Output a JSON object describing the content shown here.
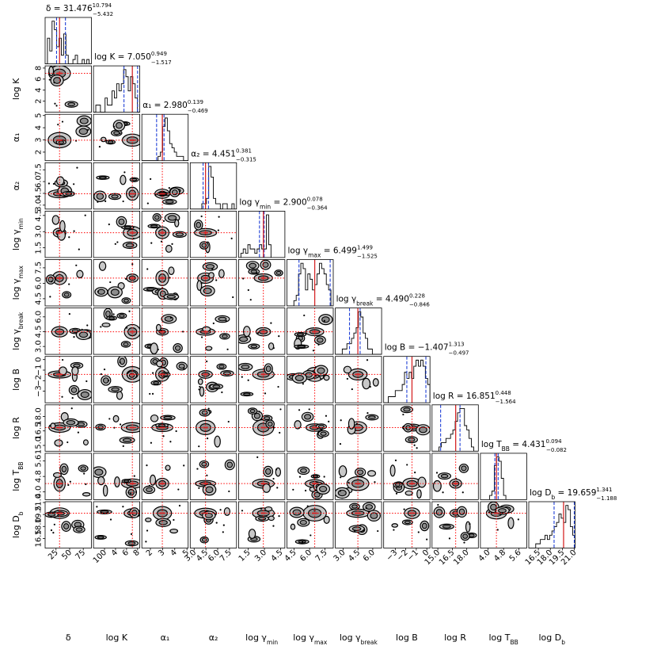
{
  "chart_data": {
    "type": "corner",
    "colors": {
      "hist": "#000000",
      "truth": "#d62728",
      "quantile": "#1f3fd6",
      "crosshair": "#ff0000",
      "contour_fill": "#c8c8c8",
      "contour_fill_dark": "#8c8c8c",
      "contour_line": "#000000"
    },
    "params": [
      {
        "key": "delta",
        "label": "δ",
        "lim": [
          5,
          90
        ],
        "ticks": [
          25,
          50,
          75
        ],
        "tick_labels": [
          "25",
          "50",
          "75"
        ],
        "title": "δ = 31.476",
        "err_up": "10.794",
        "err_down": "−5.432",
        "truth": 31.5,
        "q_low": 26.0,
        "q_high": 42.3,
        "hist": [
          0,
          6,
          3,
          10,
          8,
          4,
          6,
          2,
          7,
          2,
          0,
          0,
          1,
          2,
          0,
          0,
          1,
          0,
          1,
          0
        ]
      },
      {
        "key": "logK",
        "label": "log K",
        "lim": [
          0,
          8.4
        ],
        "ticks": [
          2,
          4,
          6,
          8
        ],
        "tick_labels": [
          "2",
          "4",
          "6",
          "8"
        ],
        "tick_labels_x": [
          "100",
          "4",
          "6",
          "8"
        ],
        "title": "log K = 7.050",
        "err_up": "0.949",
        "err_down": "−1.517",
        "truth": 7.05,
        "q_low": 5.53,
        "q_high": 8.0,
        "hist": [
          0,
          1,
          1,
          0,
          0,
          2,
          1,
          1,
          3,
          2,
          4,
          3,
          4,
          6,
          5,
          3,
          5,
          4,
          2,
          0
        ]
      },
      {
        "key": "alpha1",
        "label": "α₁",
        "lim": [
          1.3,
          5.1
        ],
        "ticks": [
          2,
          3,
          4,
          5
        ],
        "tick_labels": [
          "2",
          "3",
          "4",
          "5"
        ],
        "title": "α₁ = 2.980",
        "err_up": "0.139",
        "err_down": "−0.469",
        "truth": 2.98,
        "q_low": 2.51,
        "q_high": 3.12,
        "hist": [
          0,
          0,
          0,
          0,
          0,
          0,
          0,
          1,
          2,
          8,
          10,
          7,
          4,
          3,
          2,
          1,
          1,
          1,
          0,
          0
        ]
      },
      {
        "key": "alpha2",
        "label": "α₂",
        "lim": [
          2.5,
          8.4
        ],
        "ticks": [
          3.0,
          4.5,
          6.0,
          7.5
        ],
        "tick_labels": [
          "3.0",
          "4.5",
          "6.0",
          "7.5"
        ],
        "title": "α₂ = 4.451",
        "err_up": "0.381",
        "err_down": "−0.315",
        "truth": 4.45,
        "q_low": 4.14,
        "q_high": 4.83,
        "hist": [
          0,
          0,
          0,
          0,
          0,
          1,
          1,
          2,
          8,
          6,
          2,
          1,
          1,
          0,
          1,
          1,
          0,
          0,
          1,
          0
        ]
      },
      {
        "key": "logGmin",
        "label": "log γ_min",
        "lim": [
          0.6,
          4.9
        ],
        "ticks": [
          1.5,
          3.0,
          4.5
        ],
        "tick_labels": [
          "1.5",
          "3.0",
          "4.5"
        ],
        "title": "log γ_min = 2.900",
        "err_up": "0.078",
        "err_down": "−0.364",
        "truth": 2.9,
        "q_low": 2.54,
        "q_high": 2.98,
        "hist": [
          0,
          1,
          2,
          1,
          3,
          2,
          2,
          1,
          2,
          3,
          2,
          2,
          10,
          3,
          0,
          0,
          0,
          0,
          0,
          0
        ]
      },
      {
        "key": "logGmax",
        "label": "log γ_max",
        "lim": [
          3.8,
          8.3
        ],
        "ticks": [
          4.5,
          6.0,
          7.5
        ],
        "tick_labels": [
          "4.5",
          "6.0",
          "7.5"
        ],
        "title": "log γ_max = 6.499",
        "err_up": "1.499",
        "err_down": "−1.525",
        "truth": 6.5,
        "q_low": 4.97,
        "q_high": 8.0,
        "hist": [
          0,
          0,
          0,
          1,
          2,
          6,
          8,
          7,
          3,
          6,
          5,
          3,
          4,
          6,
          8,
          7,
          6,
          4,
          3,
          0
        ]
      },
      {
        "key": "logGbreak",
        "label": "log γ_break",
        "lim": [
          2.2,
          6.9
        ],
        "ticks": [
          3.0,
          4.5,
          6.0
        ],
        "tick_labels": [
          "3.0",
          "4.5",
          "6.0"
        ],
        "title": "log γ_break = 4.490",
        "err_up": "0.228",
        "err_down": "−0.846",
        "truth": 4.49,
        "q_low": 3.64,
        "q_high": 4.72,
        "hist": [
          0,
          0,
          0,
          1,
          1,
          2,
          2,
          3,
          4,
          5,
          8,
          7,
          4,
          3,
          1,
          1,
          0,
          0,
          0,
          0
        ]
      },
      {
        "key": "logB",
        "label": "log B",
        "lim": [
          -4.1,
          0.3
        ],
        "ticks": [
          -3,
          -2,
          -1,
          0
        ],
        "tick_labels": [
          "−3",
          "−2",
          "−1",
          "0"
        ],
        "title": "log B = −1.407",
        "err_up": "1.313",
        "err_down": "−0.497",
        "truth": -1.41,
        "q_low": -1.9,
        "q_high": -0.09,
        "hist": [
          0,
          0,
          1,
          1,
          1,
          2,
          2,
          2,
          3,
          5,
          4,
          5,
          4,
          6,
          7,
          6,
          7,
          6,
          4,
          3
        ]
      },
      {
        "key": "logR",
        "label": "log R",
        "lim": [
          14.4,
          19.2
        ],
        "ticks": [
          15.0,
          16.5,
          18.0
        ],
        "tick_labels": [
          "15.0",
          "16.5",
          "18.0"
        ],
        "title": "log R = 16.851",
        "err_up": "0.448",
        "err_down": "−1.564",
        "truth": 16.85,
        "q_low": 15.29,
        "q_high": 17.3,
        "hist": [
          0,
          0,
          0,
          1,
          2,
          2,
          3,
          3,
          4,
          5,
          7,
          9,
          10,
          10,
          6,
          5,
          3,
          1,
          0,
          0
        ]
      },
      {
        "key": "logTBB",
        "label": "log T_BB",
        "lim": [
          3.6,
          6.0
        ],
        "ticks": [
          4.0,
          4.8,
          5.6
        ],
        "tick_labels": [
          "4.0",
          "4.8",
          "5.6"
        ],
        "title": "log T_BB = 4.431",
        "err_up": "0.094",
        "err_down": "−0.082",
        "truth": 4.43,
        "q_low": 4.35,
        "q_high": 4.52,
        "hist": [
          0,
          0,
          0,
          0,
          1,
          2,
          8,
          10,
          9,
          5,
          1,
          0,
          0,
          0,
          0,
          0,
          0,
          0,
          0,
          0
        ]
      },
      {
        "key": "logDb",
        "label": "log D_b",
        "lim": [
          15.3,
          21.1
        ],
        "ticks": [
          16.5,
          18.0,
          19.5,
          21.0
        ],
        "tick_labels": [
          "16.5",
          "18.0",
          "19.5",
          "21.0"
        ],
        "title": "log D_b = 19.659",
        "err_up": "1.341",
        "err_down": "−1.188",
        "truth": 19.66,
        "q_low": 18.47,
        "q_high": 21.0,
        "hist": [
          0,
          0,
          0,
          1,
          1,
          2,
          2,
          3,
          2,
          3,
          4,
          5,
          6,
          8,
          7,
          6,
          10,
          9,
          5,
          3
        ]
      }
    ],
    "y_labels": [
      "",
      "log K",
      "α₁",
      "α₂",
      "log γ_min",
      "log γ_max",
      "log γ_break",
      "log B",
      "log R",
      "log T_BB",
      "log D_b"
    ]
  }
}
